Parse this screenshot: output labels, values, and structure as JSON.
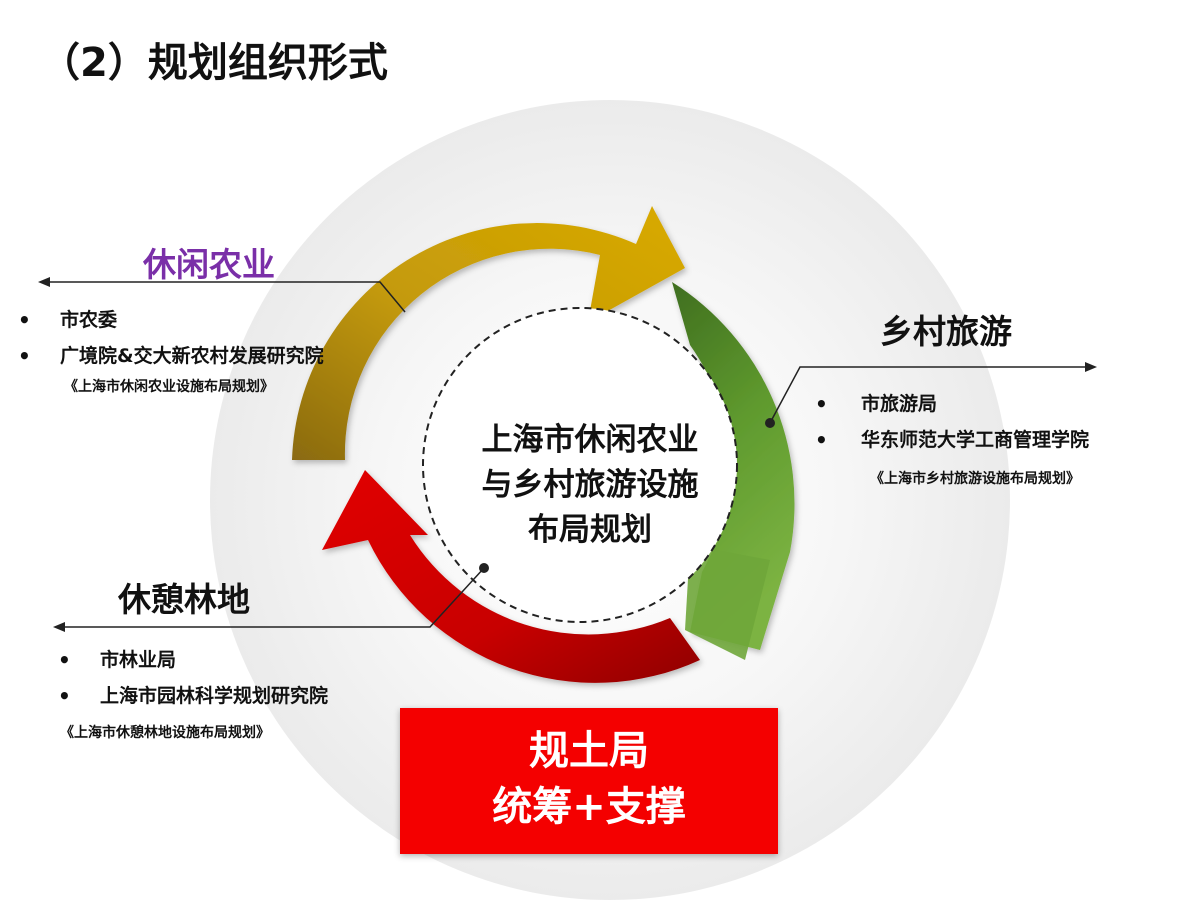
{
  "title": "（2）规划组织形式",
  "center": {
    "line1": "上海市休闲农业",
    "line2": "与乡村旅游设施",
    "line3": "布局规划"
  },
  "leisure_agriculture": {
    "label": "休闲农业",
    "items": [
      "市农委",
      "广境院&交大新农村发展研究院"
    ],
    "plan": "《上海市休闲农业设施布局规划》"
  },
  "rural_tourism": {
    "label": "乡村旅游",
    "items": [
      "市旅游局",
      "华东师范大学工商管理学院"
    ],
    "plan": "《上海市乡村旅游设施布局规划》"
  },
  "leisure_forest": {
    "label": "休憩林地",
    "items": [
      "市林业局",
      "上海市园林科学规划研究院"
    ],
    "plan": "《上海市休憩林地设施布局规划》"
  },
  "lead": {
    "line1": "规土局",
    "line2": "统筹+支撑"
  },
  "colors": {
    "agriculture": "#c79a00",
    "agriculture_label": "#7a2fa8",
    "tourism": "#6ea33a",
    "forest": "#d40000",
    "lead_box": "#f40000"
  }
}
